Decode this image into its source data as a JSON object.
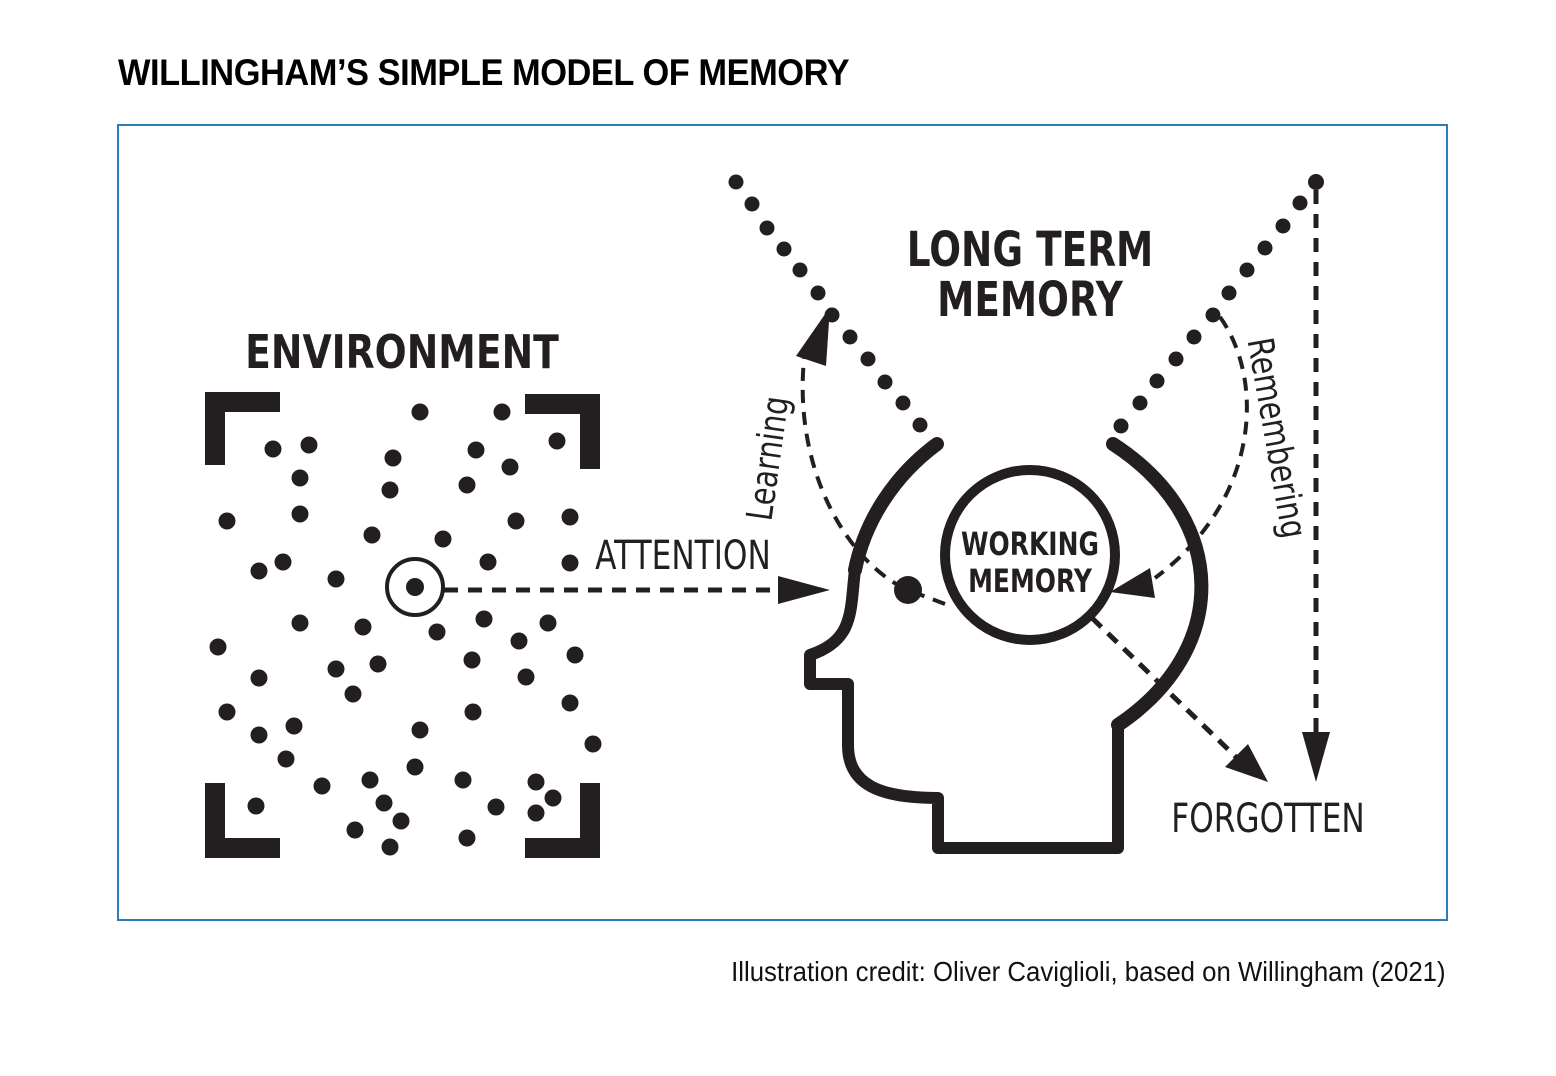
{
  "title": "WILLINGHAM’S SIMPLE MODEL OF MEMORY",
  "credit": "Illustration credit: Oliver Caviglioli, based on Willingham (2021)",
  "colors": {
    "frame": "#2a7db5",
    "ink": "#231f20"
  },
  "diagram": {
    "environment_label": "ENVIRONMENT",
    "attention_label": "ATTENTION",
    "long_term_memory_label": [
      "LONG TERM",
      "MEMORY"
    ],
    "working_memory_label": [
      "WORKING",
      "MEMORY"
    ],
    "learning_label": "Learning",
    "remembering_label": "Remembering",
    "forgotten_label": "FORGOTTEN",
    "nodes": [
      "Environment",
      "Working Memory",
      "Long Term Memory",
      "Forgotten"
    ],
    "edges": [
      {
        "from": "Environment",
        "to": "Working Memory",
        "label": "Attention"
      },
      {
        "from": "Working Memory",
        "to": "Long Term Memory",
        "label": "Learning"
      },
      {
        "from": "Long Term Memory",
        "to": "Working Memory",
        "label": "Remembering"
      },
      {
        "from": "Working Memory",
        "to": "Forgotten",
        "label": ""
      },
      {
        "from": "Long Term Memory",
        "to": "Forgotten",
        "label": ""
      }
    ]
  }
}
